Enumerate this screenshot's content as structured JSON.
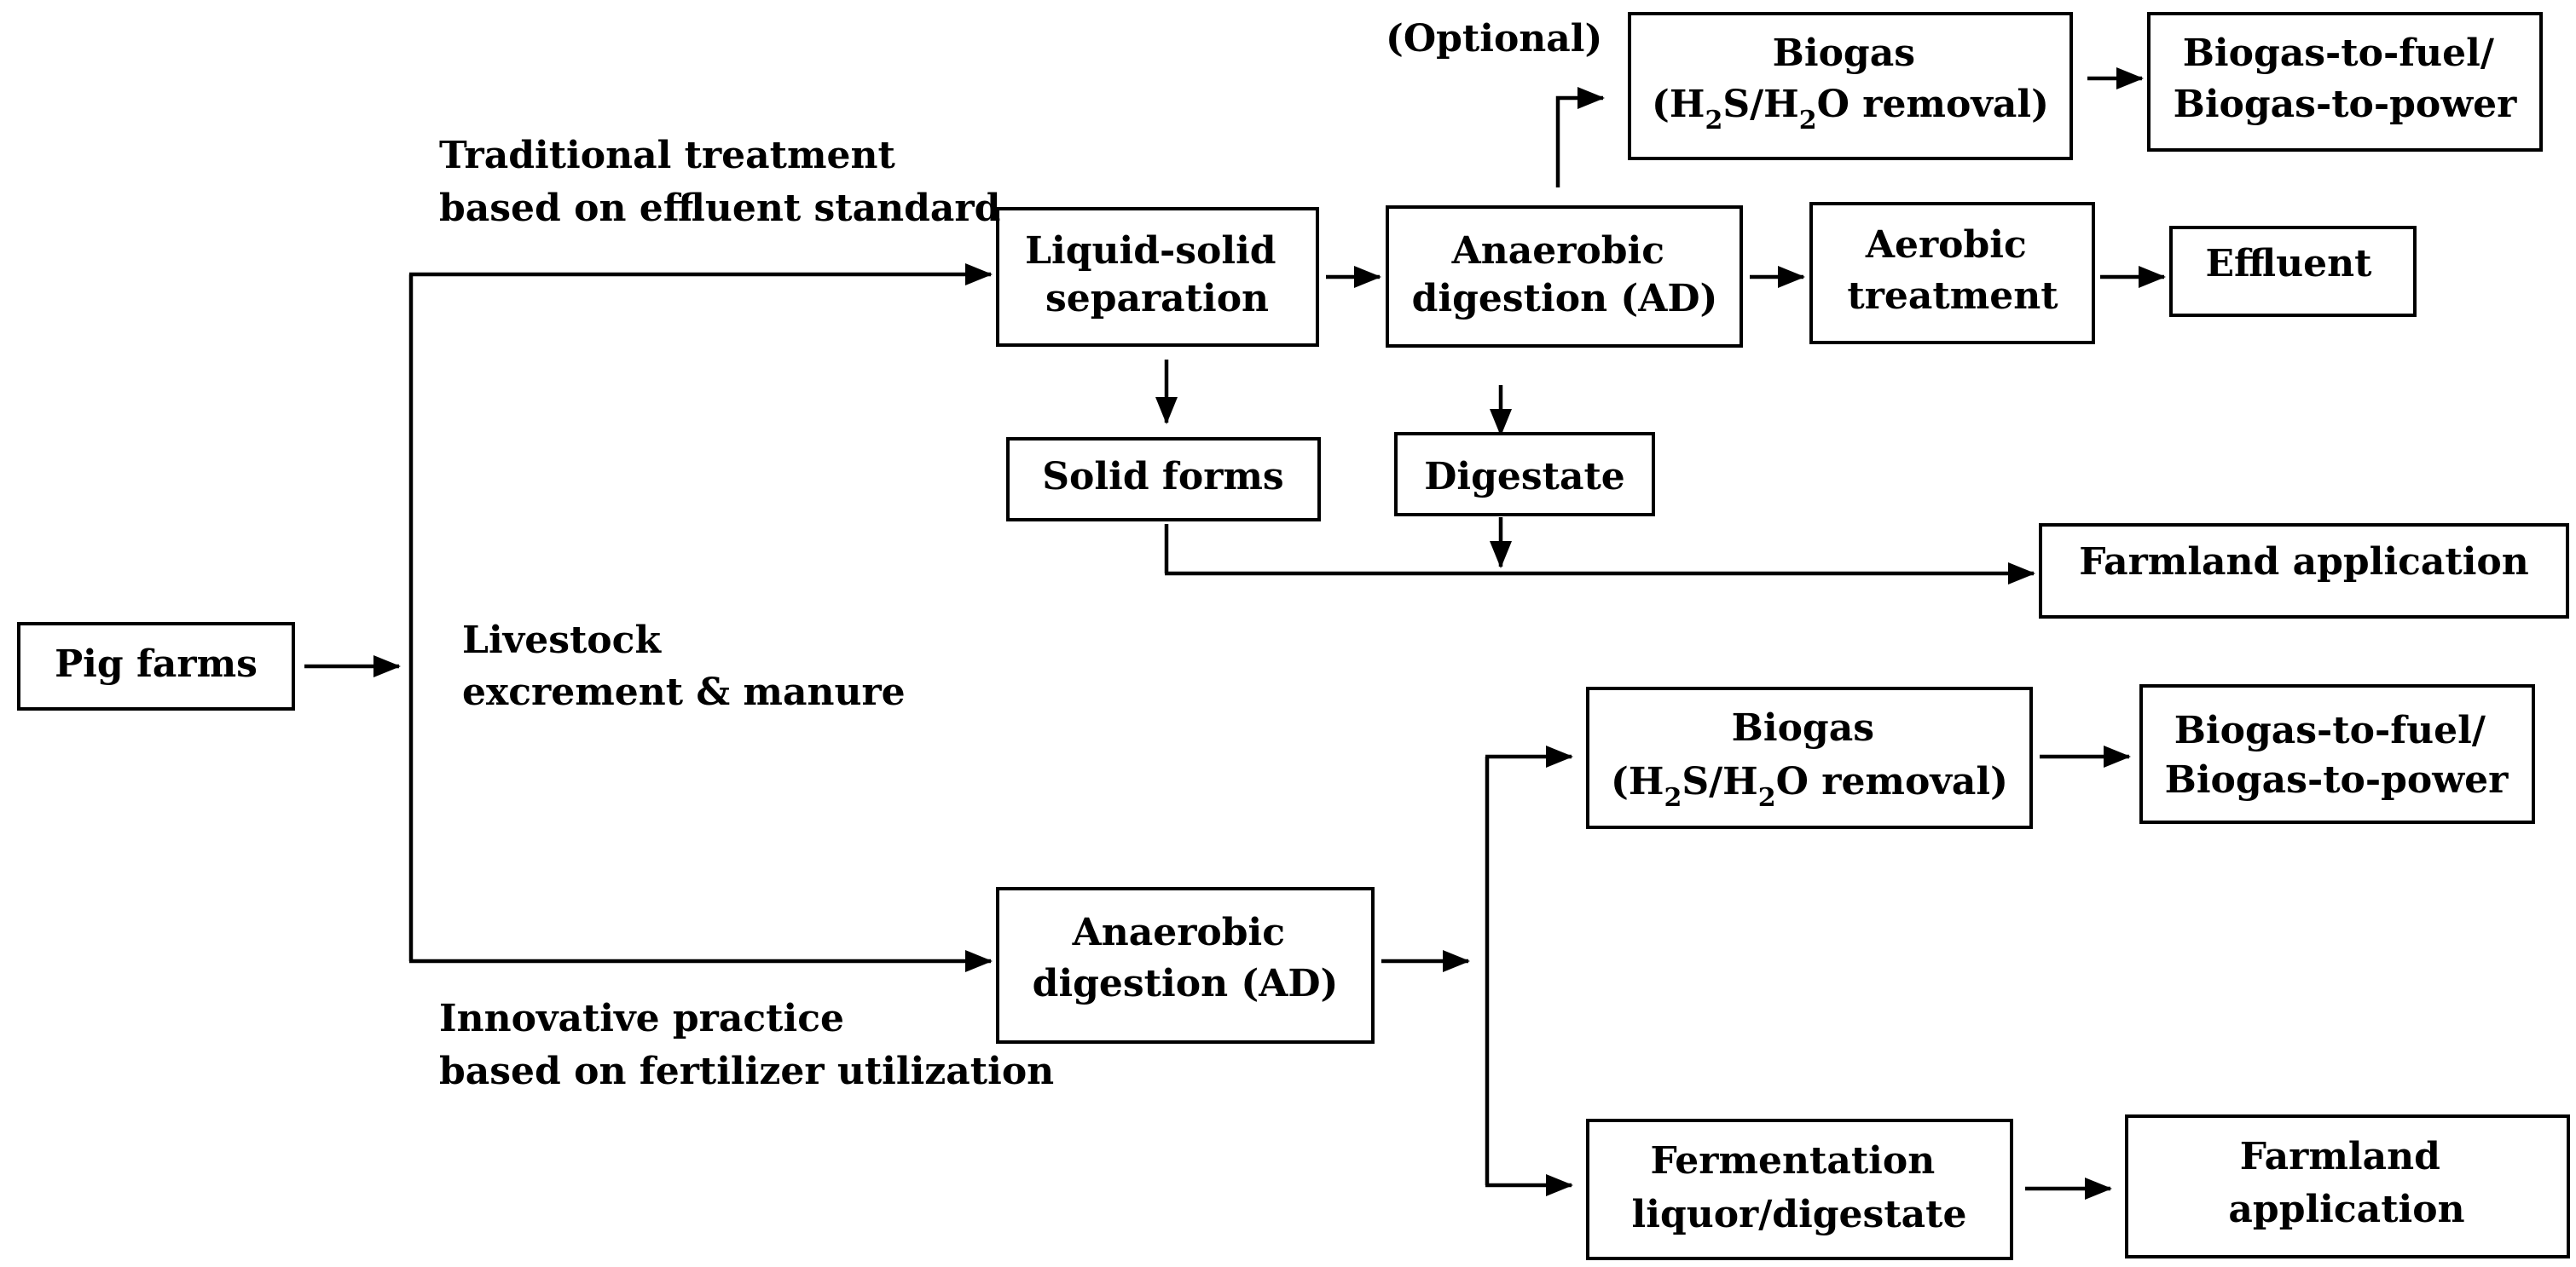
{
  "nodes": {
    "pig_farms": {
      "lines": [
        "Pig farms"
      ]
    },
    "liquid_solid": {
      "lines": [
        "Liquid-solid",
        "separation"
      ]
    },
    "ad_top": {
      "lines": [
        "Anaerobic",
        "digestion (AD)"
      ]
    },
    "aerobic": {
      "lines": [
        "Aerobic",
        "treatment"
      ]
    },
    "effluent": {
      "lines": [
        "Effluent"
      ]
    },
    "biogas_top": {
      "line1": "Biogas",
      "line2_parts": [
        "(H",
        "2",
        "S/H",
        "2",
        "O removal)"
      ]
    },
    "biogas_power_top": {
      "lines": [
        "Biogas-to-fuel/",
        "Biogas-to-power"
      ]
    },
    "solid_forms": {
      "lines": [
        "Solid forms"
      ]
    },
    "digestate": {
      "lines": [
        "Digestate"
      ]
    },
    "farmland_top": {
      "lines": [
        "Farmland application"
      ]
    },
    "ad_bottom": {
      "lines": [
        "Anaerobic",
        "digestion (AD)"
      ]
    },
    "biogas_bottom": {
      "line1": "Biogas",
      "line2_parts": [
        "(H",
        "2",
        "S/H",
        "2",
        "O removal)"
      ]
    },
    "biogas_power_bottom": {
      "lines": [
        "Biogas-to-fuel/",
        "Biogas-to-power"
      ]
    },
    "fermentation": {
      "lines": [
        "Fermentation",
        "liquor/digestate"
      ]
    },
    "farmland_bottom": {
      "lines": [
        "Farmland",
        "application"
      ]
    }
  },
  "labels": {
    "optional": "(Optional)",
    "traditional": [
      "Traditional treatment",
      "based on effluent standard"
    ],
    "livestock": [
      "Livestock",
      "excrement & manure"
    ],
    "innovative": [
      "Innovative practice",
      "based on fertilizer utilization"
    ]
  },
  "style": {
    "stroke_color": "#000000",
    "background": "#ffffff"
  }
}
